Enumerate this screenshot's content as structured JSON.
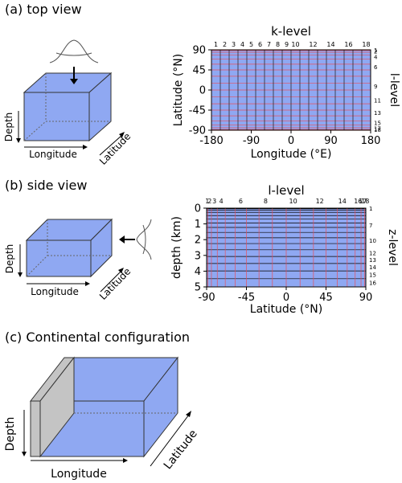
{
  "panels": {
    "a": {
      "label": "(a) top view"
    },
    "b": {
      "label": "(b) side view"
    },
    "c": {
      "label": "(c) Continental configuration"
    }
  },
  "cube_labels": {
    "depth": "Depth",
    "longitude": "Longitude",
    "latitude": "Latitude"
  },
  "colors": {
    "ocean_fill": "#8fa8f2",
    "grid_line": "#000000",
    "k_line": "#1a1a1a",
    "red_line": "#e8505b",
    "continent_fill": "#c4c4c4"
  },
  "chart_data": [
    {
      "type": "grid",
      "title": "k-level",
      "xlabel": "Longitude (°E)",
      "ylabel": "Latitude (°N)",
      "right_label": "l-level",
      "xlim": [
        -180,
        180
      ],
      "ylim": [
        -90,
        90
      ],
      "xticks": [
        "-180",
        "-90",
        "0",
        "90",
        "180"
      ],
      "xtick_values": [
        -180,
        -90,
        0,
        90,
        180
      ],
      "yticks": [
        "90",
        "45",
        "0",
        "-45",
        "-90"
      ],
      "ytick_values": [
        90,
        45,
        0,
        -45,
        -90
      ],
      "top_level_labels": [
        "1",
        "2",
        "3",
        "4",
        "5",
        "6",
        "7",
        "8",
        "9",
        "10",
        "12",
        "14",
        "16",
        "18"
      ],
      "top_level_indices": [
        1,
        2,
        3,
        4,
        5,
        6,
        7,
        8,
        9,
        10,
        12,
        14,
        16,
        18
      ],
      "k_count": 18,
      "l_count": 18,
      "right_level_labels": [
        "1",
        "2",
        "4",
        "6",
        "9",
        "11",
        "13",
        "15",
        "17",
        "18"
      ],
      "right_level_indices": [
        1,
        2,
        4,
        6,
        9,
        11,
        13,
        15,
        17,
        18
      ]
    },
    {
      "type": "grid",
      "title": "l-level",
      "xlabel": "Latitude (°N)",
      "ylabel": "depth (km)",
      "right_label": "z-level",
      "xlim": [
        -90,
        90
      ],
      "ylim": [
        5,
        0
      ],
      "xticks": [
        "-90",
        "-45",
        "0",
        "45",
        "90"
      ],
      "xtick_values": [
        -90,
        -45,
        0,
        45,
        90
      ],
      "yticks": [
        "0",
        "1",
        "2",
        "3",
        "4",
        "5"
      ],
      "ytick_values": [
        0,
        1,
        2,
        3,
        4,
        5
      ],
      "top_level_labels": [
        "1",
        "2",
        "3",
        "4",
        "6",
        "8",
        "10",
        "12",
        "14",
        "16",
        "17",
        "18"
      ],
      "top_level_indices": [
        1,
        2,
        3,
        4,
        6,
        8,
        10,
        12,
        14,
        16,
        17,
        18
      ],
      "l_count": 18,
      "z_count": 16,
      "right_level_labels": [
        "1",
        "7",
        "10",
        "12",
        "13",
        "14",
        "15",
        "16"
      ],
      "right_level_indices": [
        1,
        7,
        10,
        12,
        13,
        14,
        15,
        16
      ]
    }
  ]
}
